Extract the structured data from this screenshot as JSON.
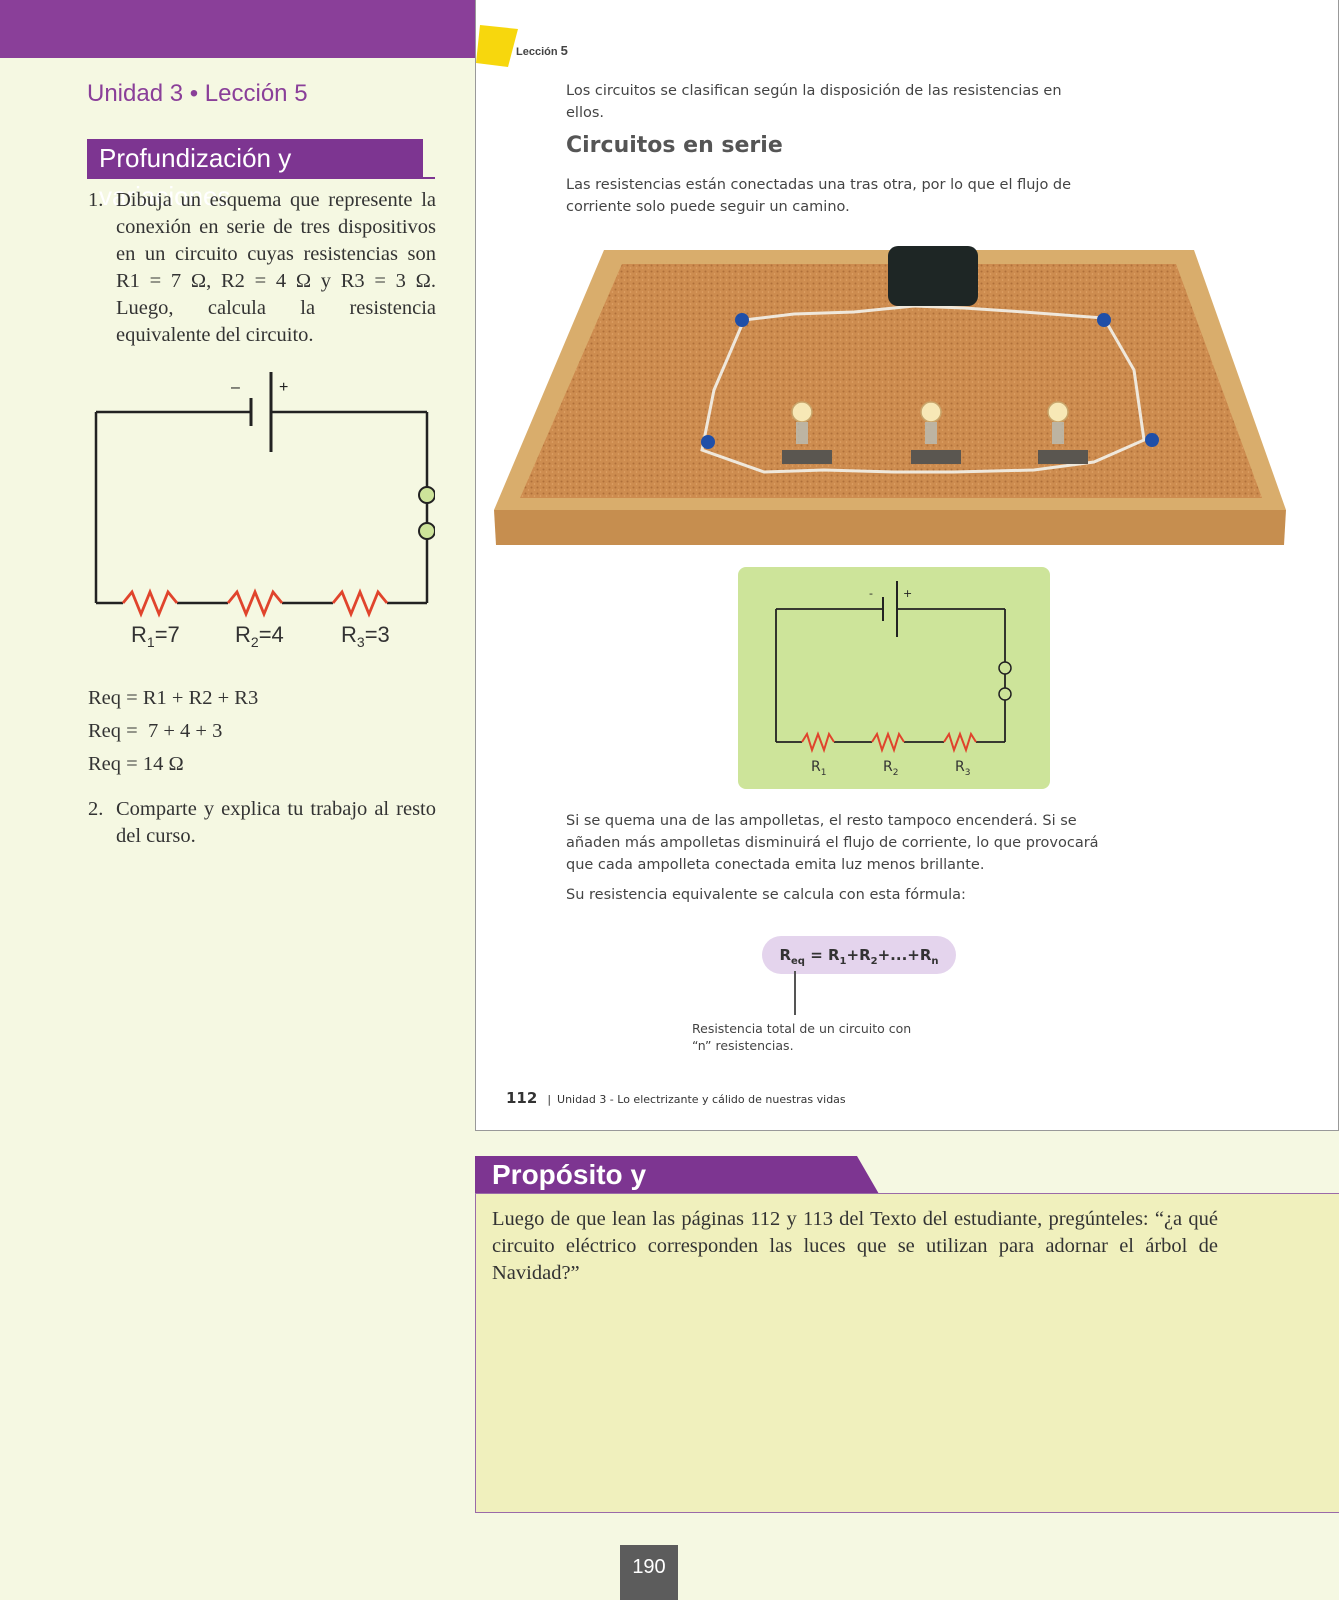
{
  "header": {
    "unit_lesson": "Unidad 3 • Lección 5"
  },
  "deepening": {
    "title": "Profundización y variaciones",
    "exercise1": {
      "number": "1.",
      "text": "Dibuja un esquema que represente la conexión en serie de tres dispositivos en un circuito cuyas resistencias son R1 = 7 Ω, R2 = 4 Ω y R3 = 3 Ω. Luego, calcula la resistencia equivalente del circuito."
    },
    "circuit": {
      "minus": "–",
      "plus": "+",
      "r1_label": "R",
      "r1_sub": "1",
      "r1_val": "=7",
      "r2_label": "R",
      "r2_sub": "2",
      "r2_val": "=4",
      "r3_label": "R",
      "r3_sub": "3",
      "r3_val": "=3"
    },
    "calc": [
      "Req = R1 + R2 + R3",
      "Req =  7 + 4 + 3",
      "Req = 14 Ω"
    ],
    "exercise2": {
      "number": "2.",
      "text": "Comparte y explica tu trabajo al resto del curso."
    }
  },
  "book_page": {
    "lesson_label": "Lección",
    "lesson_number": "5",
    "intro": "Los circuitos se clasifican según la disposición de las resistencias en ellos.",
    "section_title": "Circuitos en serie",
    "section_desc": "Las resistencias están conectadas una tras otra, por lo que el flujo de corriente solo puede seguir un camino.",
    "diagram": {
      "minus": "-",
      "plus": "+",
      "r1": "R",
      "r1_sub": "1",
      "r2": "R",
      "r2_sub": "2",
      "r3": "R",
      "r3_sub": "3"
    },
    "effects": "Si se quema una de las ampolletas, el resto tampoco encenderá. Si se añaden más ampolletas disminuirá el flujo de corriente, lo que provocará que cada ampolleta conectada emita luz menos brillante.",
    "formula_intro": "Su resistencia equivalente se calcula con esta fórmula:",
    "formula": {
      "r": "R",
      "eq": "eq",
      "eq_sign": " = ",
      "terms": "R",
      "t1": "1",
      "plus1": "+R",
      "t2": "2",
      "dots": "+...+R",
      "tn": "n"
    },
    "formula_caption": "Resistencia total de un circuito con “n” resistencias.",
    "footer": {
      "page": "112",
      "separator": "|",
      "unit_text": "Unidad 3 - Lo electrizante y cálido de nuestras vidas"
    }
  },
  "recommendations": {
    "title": "Propósito y recomendaciones",
    "text": "Luego de que lean las páginas 112 y 113 del Texto del estudiante, pregúnteles: “¿a qué circuito eléctrico corresponden las luces que se utilizan para adornar el árbol de Navidad?”"
  },
  "page_number": "190",
  "colors": {
    "purple": "#8a3f99",
    "cream": "#f5f8e2",
    "green_panel": "#cde49a",
    "resistor": "#e0442c"
  }
}
